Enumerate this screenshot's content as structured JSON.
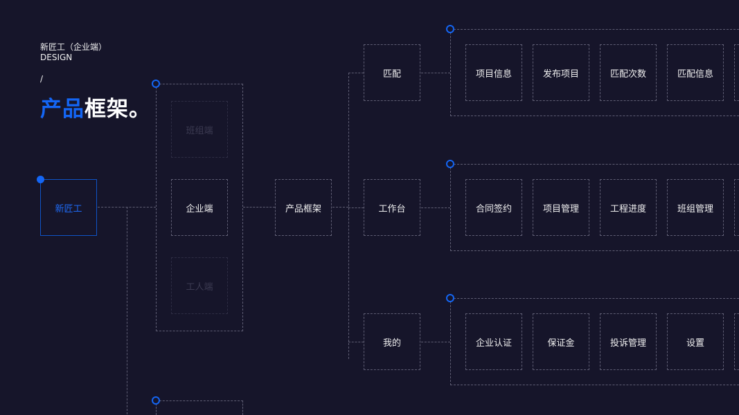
{
  "header": {
    "subtitle": "新匠工（企业端）",
    "design": "DESIGN",
    "slash": "/",
    "title_blue": "产品",
    "title_white": "框架。"
  },
  "root": "新匠工",
  "clients": [
    "班组端",
    "企业端",
    "工人端"
  ],
  "framework": "产品框架",
  "sections": [
    {
      "label": "匹配",
      "items": [
        "项目信息",
        "发布项目",
        "匹配次数",
        "匹配信息",
        ""
      ]
    },
    {
      "label": "工作台",
      "items": [
        "合同签约",
        "项目管理",
        "工程进度",
        "班组管理",
        ""
      ]
    },
    {
      "label": "我的",
      "items": [
        "企业认证",
        "保证金",
        "投诉管理",
        "设置",
        ""
      ]
    }
  ],
  "colors": {
    "accent": "#1466f5",
    "background": "#16152a",
    "line": "#5f5e74"
  }
}
